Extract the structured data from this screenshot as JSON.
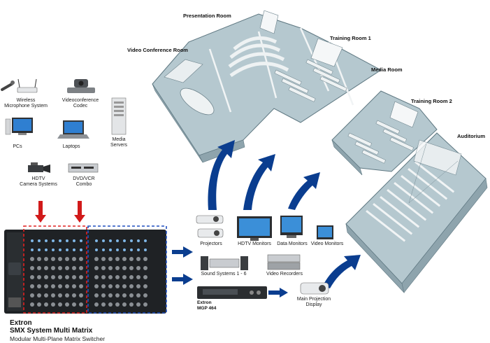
{
  "rooms": {
    "presentation": "Presentation Room",
    "video_conference": "Video Conference Room",
    "training1": "Training Room 1",
    "media": "Media Room",
    "training2": "Training Room 2",
    "auditorium": "Auditorium"
  },
  "sources": {
    "wireless_mic": "Wireless\nMicrophone System",
    "vc_codec": "Videoconference\nCodec",
    "pcs": "PCs",
    "laptops": "Laptops",
    "media_servers": "Media\nServers",
    "hdtv_cameras": "HDTV\nCamera Systems",
    "dvd_vcr": "DVD/VCR\nCombo"
  },
  "destinations": {
    "projectors": "Projectors",
    "hdtv_monitors": "HDTV Monitors",
    "data_monitors": "Data Monitors",
    "video_monitors": "Video Monitors",
    "sound_systems": "Sound Systems 1 - 6",
    "video_recorders": "Video Recorders",
    "main_projection": "Main Projection\nDisplay"
  },
  "mgp": {
    "line1": "Extron",
    "line2": "MGP 464"
  },
  "matrix": {
    "brand": "Extron",
    "name": "SMX System Multi Matrix",
    "description": "Modular Multi-Plane Matrix Switcher"
  },
  "colors": {
    "arrow_blue": "#0a3d8f",
    "arrow_red": "#d11a1a",
    "frame_red": "#e02020",
    "frame_blue": "#1f4fbf",
    "floor": "#b5c8cf",
    "wall": "#f4f6f6"
  }
}
